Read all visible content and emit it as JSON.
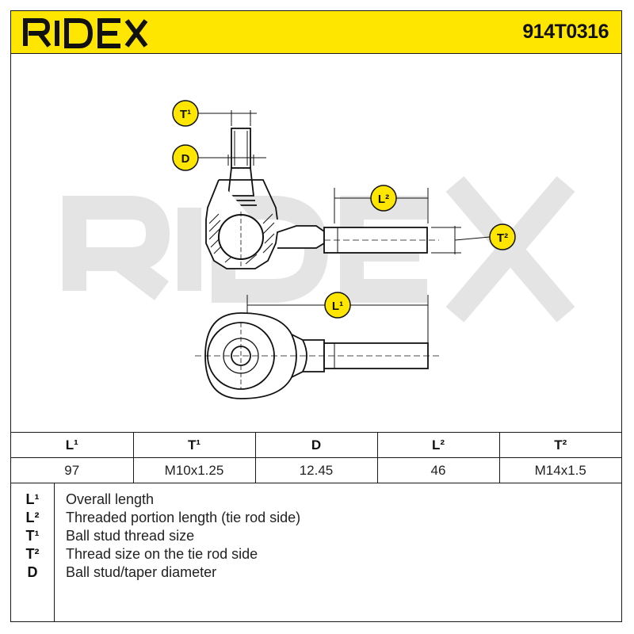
{
  "header": {
    "brand": "RIDEX",
    "part_number": "914T0316",
    "accent_color": "#FFE600"
  },
  "drawing": {
    "watermark": "RIDEX",
    "labels": {
      "t1": "T¹",
      "d": "D",
      "l2": "L²",
      "t2": "T²",
      "l1": "L¹"
    }
  },
  "spec_table": {
    "headers": [
      "L¹",
      "T¹",
      "D",
      "L²",
      "T²"
    ],
    "values": [
      "97",
      "M10x1.25",
      "12.45",
      "46",
      "M14x1.5"
    ]
  },
  "legend": [
    {
      "symbol": "L¹",
      "text": "Overall length"
    },
    {
      "symbol": "L²",
      "text": "Threaded portion length (tie rod side)"
    },
    {
      "symbol": "T¹",
      "text": "Ball stud thread size"
    },
    {
      "symbol": "T²",
      "text": "Thread size on the tie rod side"
    },
    {
      "symbol": "D",
      "text": "Ball stud/taper diameter"
    }
  ]
}
